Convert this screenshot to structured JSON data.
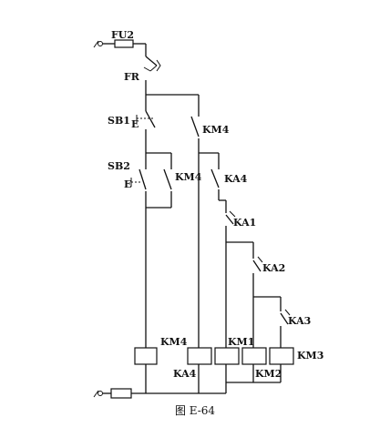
{
  "labels": {
    "fu2": "FU2",
    "fr": "FR",
    "sb1": "SB1",
    "km4_top": "KM4",
    "sb2": "SB2",
    "km4_hold": "KM4",
    "ka4_contact": "KA4",
    "ka1_contact": "KA1",
    "ka2_contact": "KA2",
    "ka3_contact": "KA3",
    "km4_coil": "KM4",
    "ka4_coil": "KA4",
    "km1_coil": "KM1",
    "km2_coil": "KM2",
    "km3_coil": "KM3",
    "e_sb1": "E",
    "e_sb2": "E"
  },
  "caption": "图 E-64"
}
